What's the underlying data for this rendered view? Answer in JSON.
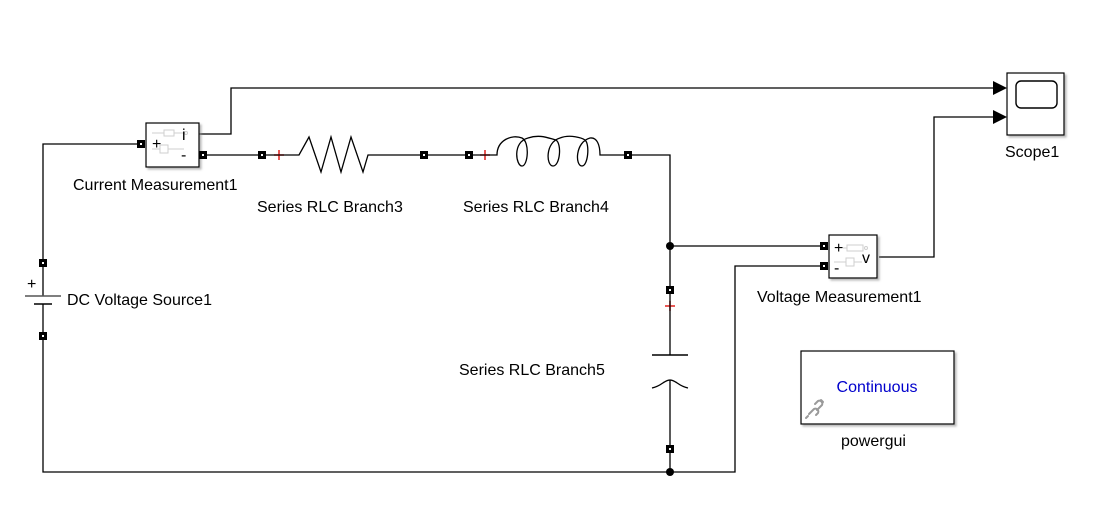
{
  "diagram": {
    "blocks": {
      "current_measurement": {
        "label": "Current Measurement1",
        "plus": "+",
        "minus": "-",
        "output": "i"
      },
      "rlc3": {
        "label": "Series RLC Branch3",
        "type": "resistor",
        "polarity": "+"
      },
      "rlc4": {
        "label": "Series RLC Branch4",
        "type": "inductor",
        "polarity": "+"
      },
      "rlc5": {
        "label": "Series RLC Branch5",
        "type": "capacitor",
        "polarity": "+"
      },
      "dc_source": {
        "label": "DC Voltage Source1",
        "polarity": "+"
      },
      "voltage_measurement": {
        "label": "Voltage Measurement1",
        "plus": "+",
        "minus": "-",
        "output": "v"
      },
      "scope": {
        "label": "Scope1"
      },
      "powergui": {
        "label": "powergui",
        "mode": "Continuous"
      }
    },
    "colors": {
      "polarity": "#e0201c",
      "powergui_text": "#0000cc",
      "link_icon": "#9a9a9a"
    }
  }
}
